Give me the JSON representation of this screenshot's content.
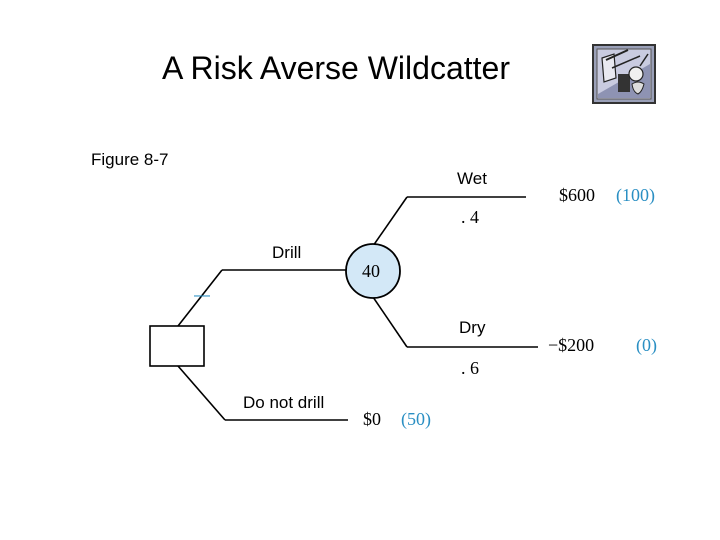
{
  "title": "A Risk Averse Wildcatter",
  "figure_label": "Figure 8-7",
  "logo_icon": "oil-derrick-clipart-icon",
  "colors": {
    "lines": "#000000",
    "chance_node_fill": "#d3e8f7",
    "utility_text": "#2a8fc3",
    "decision_mark": "#2a8fc3"
  },
  "tree": {
    "decision_mark": "—",
    "drill": {
      "label": "Drill",
      "chance_value": "40",
      "wet": {
        "label": "Wet",
        "probability": ". 4",
        "payoff": "$600",
        "utility": "(100)"
      },
      "dry": {
        "label": "Dry",
        "probability": ". 6",
        "payoff": "−$200",
        "utility": "(0)"
      }
    },
    "do_not_drill": {
      "label": "Do not drill",
      "payoff": "$0",
      "utility": "(50)"
    }
  }
}
